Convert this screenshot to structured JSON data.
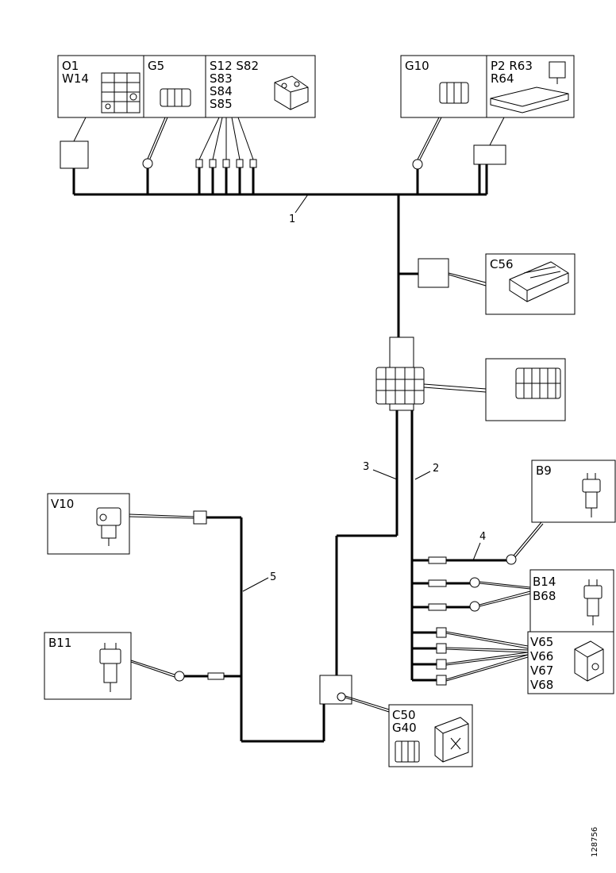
{
  "labels": {
    "o1": "O1",
    "w14": "W14",
    "g5": "G5",
    "s12_s82": "S12 S82",
    "s83": "S83",
    "s84": "S84",
    "s85": "S85",
    "g10": "G10",
    "p2_r63": "P2 R63",
    "r64": "R64",
    "c56": "C56",
    "b9": "B9",
    "v10": "V10",
    "b14": "B14",
    "b68": "B68",
    "b11": "B11",
    "v65": "V65",
    "v66": "V66",
    "v67": "V67",
    "v68": "V68",
    "c50": "C50",
    "g40": "G40"
  },
  "harness_numbers": {
    "n1": "1",
    "n2": "2",
    "n3": "3",
    "n4": "4",
    "n5": "5"
  },
  "doc_number": "128756"
}
